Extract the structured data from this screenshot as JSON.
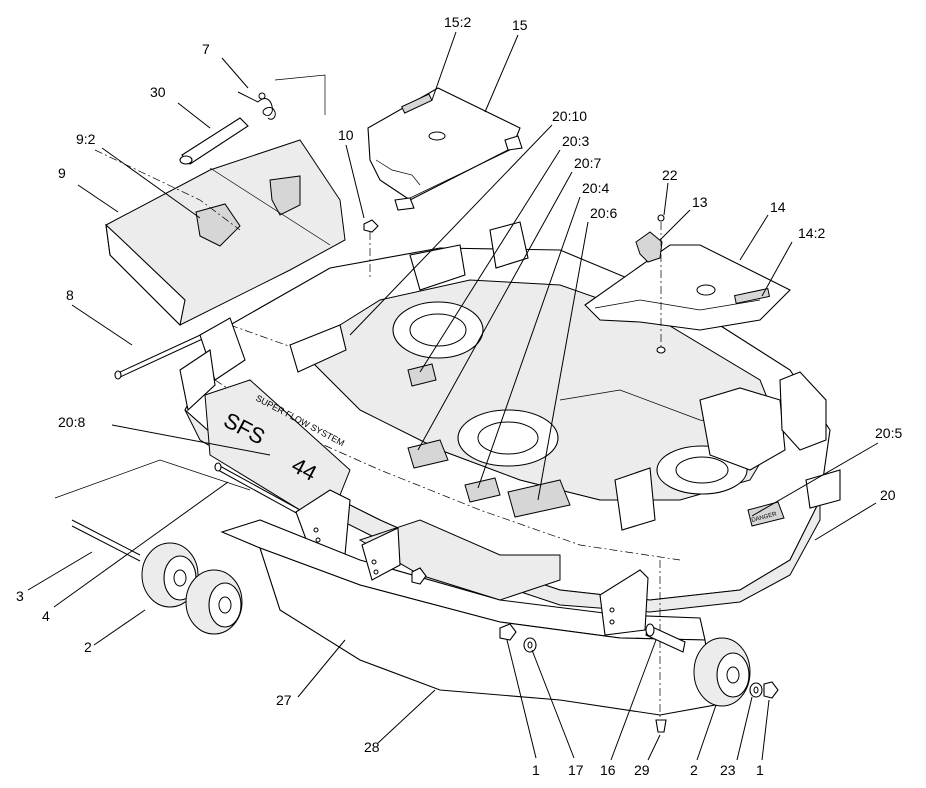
{
  "diagram": {
    "callouts": {
      "c7": "7",
      "c30": "30",
      "c9_2": "9:2",
      "c9": "9",
      "c8": "8",
      "c10": "10",
      "c15_2": "15:2",
      "c15": "15",
      "c20_10": "20:10",
      "c20_3": "20:3",
      "c20_7": "20:7",
      "c20_4": "20:4",
      "c20_6": "20:6",
      "c22": "22",
      "c13": "13",
      "c14": "14",
      "c14_2": "14:2",
      "c20_8": "20:8",
      "c20_5": "20:5",
      "c20": "20",
      "c3": "3",
      "c4": "4",
      "c2_left": "2",
      "c27": "27",
      "c28": "28",
      "c1_mid": "1",
      "c17": "17",
      "c16": "16",
      "c29": "29",
      "c2_right": "2",
      "c23": "23",
      "c1_right": "1"
    },
    "decals": {
      "brand_text": "SUPER FLOW SYSTEM",
      "sfs_text": "SFS",
      "size_text": "44",
      "danger_text": "DANGER"
    }
  }
}
